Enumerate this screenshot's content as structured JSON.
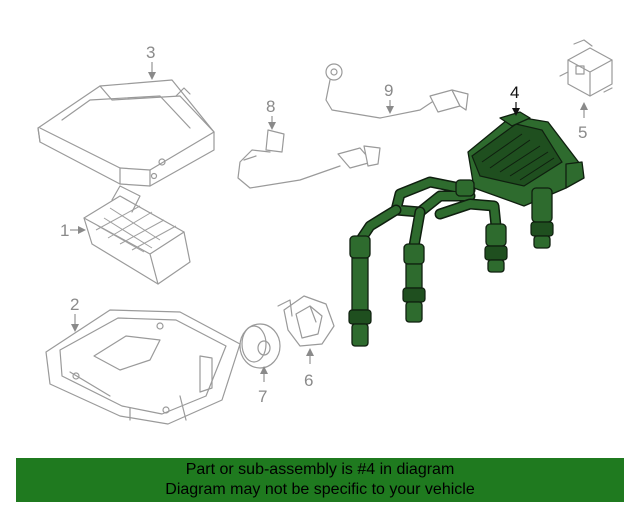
{
  "diagram": {
    "highlighted_callout": "4",
    "callouts": [
      {
        "label": "1"
      },
      {
        "label": "2"
      },
      {
        "label": "3"
      },
      {
        "label": "4"
      },
      {
        "label": "5"
      },
      {
        "label": "6"
      },
      {
        "label": "7"
      },
      {
        "label": "8"
      },
      {
        "label": "9"
      }
    ],
    "colors": {
      "highlight": "#2e6b2e",
      "banner": "#1f7a1f",
      "ghost_lines": "#9a9a9a"
    }
  },
  "banner": {
    "line1": "Part or sub-assembly is #4 in diagram",
    "line2": "Diagram may not be specific to your vehicle"
  }
}
